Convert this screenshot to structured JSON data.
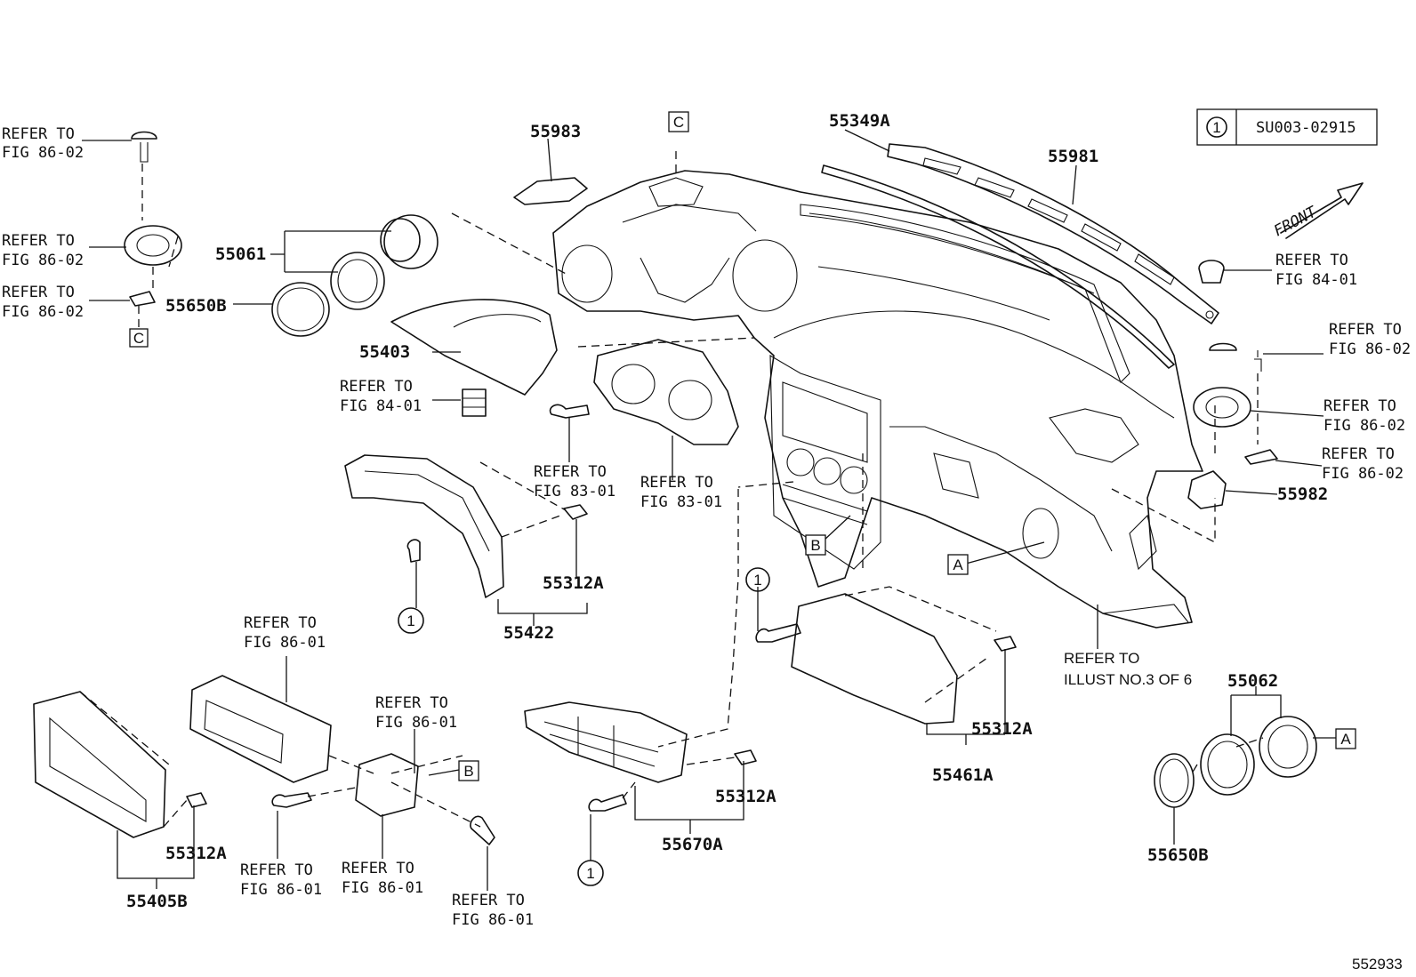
{
  "legend": {
    "symbol": "1",
    "code": "SU003-02915"
  },
  "front_label": "FRONT",
  "drawing_number": "552933",
  "markers": [
    "A",
    "B",
    "C"
  ],
  "parts": {
    "p55983": "55983",
    "p55349A": "55349A",
    "p55981": "55981",
    "p55061": "55061",
    "p55650B_top": "55650B",
    "p55403": "55403",
    "p55982": "55982",
    "p55312A_a": "55312A",
    "p55422": "55422",
    "p55312A_b": "55312A",
    "p55461A": "55461A",
    "p55062": "55062",
    "p55650B_bottom": "55650B",
    "p55312A_c": "55312A",
    "p55670A": "55670A",
    "p55312A_d": "55312A",
    "p55405B": "55405B"
  },
  "refs": {
    "refer_to": "REFER TO",
    "fig_86_02": "FIG 86-02",
    "fig_84_01": "FIG 84-01",
    "fig_83_01": "FIG 83-01",
    "fig_86_01": "FIG 86-01",
    "illust": "ILLUST NO.3 OF 6"
  }
}
